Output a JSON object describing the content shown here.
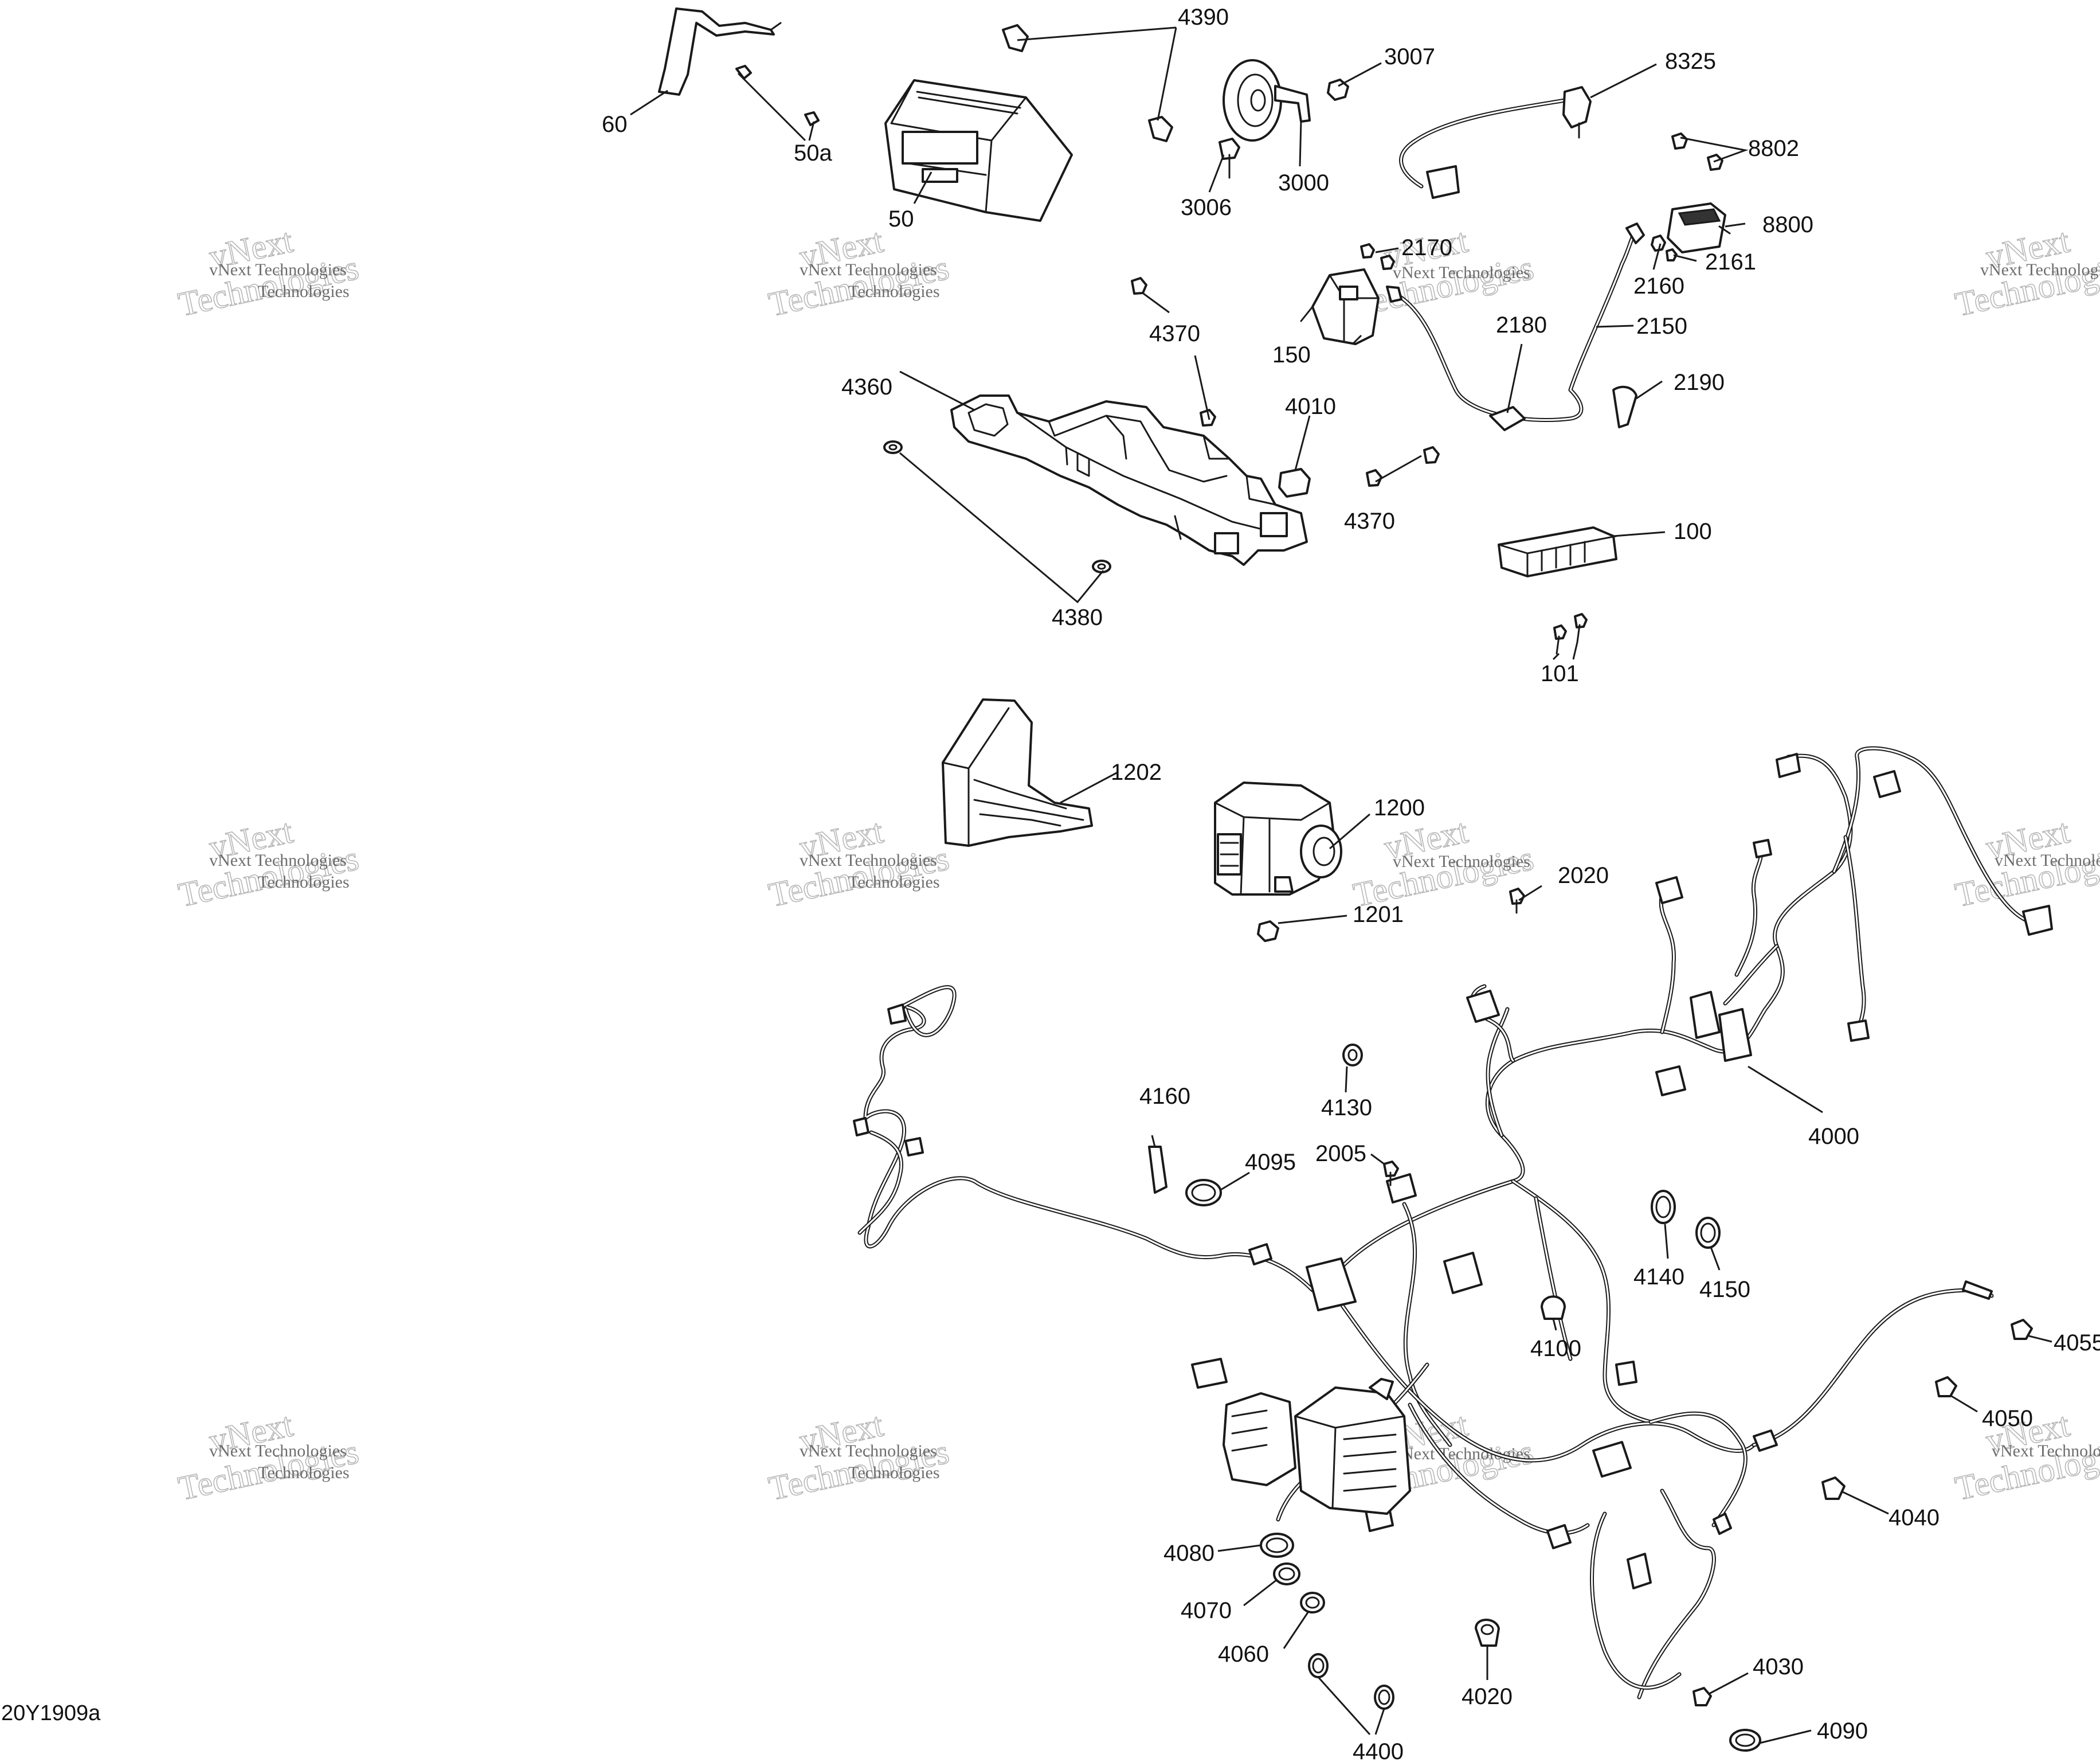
{
  "diagram_code": "20Y1909a",
  "watermark": {
    "line1": "vNext",
    "line2": "Technologies",
    "small": "vNext Technologies"
  },
  "callouts": {
    "c60": "60",
    "c50a": "50a",
    "c50": "50",
    "c4390": "4390",
    "c3007": "3007",
    "c3000": "3000",
    "c3006": "3006",
    "c8325": "8325",
    "c8802": "8802",
    "c8800": "8800",
    "c2170": "2170",
    "c2160": "2160",
    "c2161": "2161",
    "c150": "150",
    "c2180": "2180",
    "c2150": "2150",
    "c2190": "2190",
    "c4370a": "4370",
    "c4370b": "4370",
    "c4360": "4360",
    "c4010": "4010",
    "c4380": "4380",
    "c100": "100",
    "c101": "101",
    "c1202": "1202",
    "c1200": "1200",
    "c2020": "2020",
    "c1201": "1201",
    "c4000": "4000",
    "c4130": "4130",
    "c4160": "4160",
    "c4095": "4095",
    "c2005": "2005",
    "c4140": "4140",
    "c4150": "4150",
    "c4100": "4100",
    "c4055": "4055",
    "c4050": "4050",
    "c4040": "4040",
    "c4080": "4080",
    "c4070": "4070",
    "c4060": "4060",
    "c4030": "4030",
    "c4020": "4020",
    "c4090": "4090",
    "c4400": "4400"
  }
}
